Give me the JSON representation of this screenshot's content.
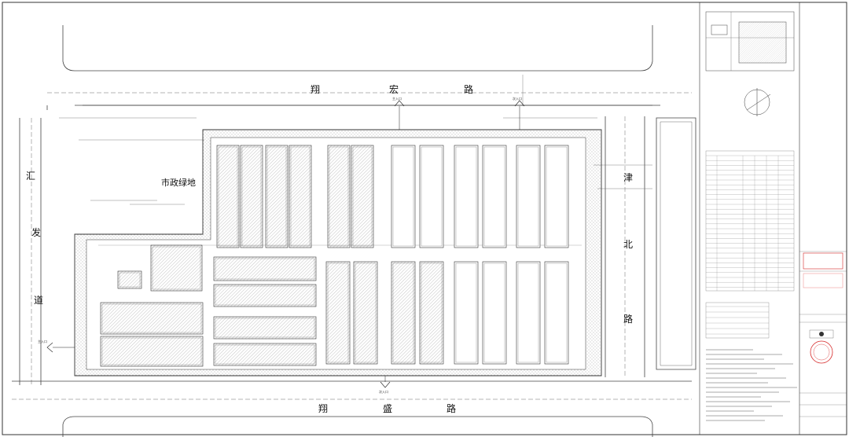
{
  "roads": {
    "north": [
      "翔",
      "宏",
      "路"
    ],
    "south": [
      "翔",
      "盛",
      "路"
    ],
    "west": [
      "汇",
      "发",
      "道"
    ],
    "east": [
      "津",
      "北",
      "路"
    ]
  },
  "green_area": "市政绿地",
  "entrances": {
    "north_main": "主入口",
    "north_second": "次入口",
    "south": "次入口",
    "west": "主入口"
  },
  "colors": {
    "line": "#333333",
    "hatch": "#9a9a9a",
    "stamp_red": "#d62828",
    "stamp_pink": "#ef9a9a"
  }
}
